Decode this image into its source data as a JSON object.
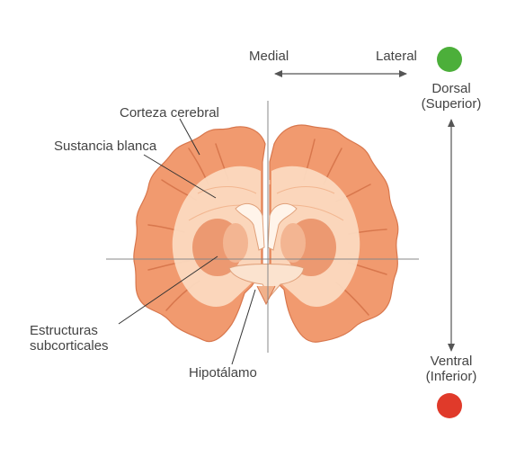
{
  "orientation": {
    "medial": "Medial",
    "lateral": "Lateral",
    "dorsal": "Dorsal",
    "dorsal_alt": "(Superior)",
    "ventral": "Ventral",
    "ventral_alt": "(Inferior)"
  },
  "labels": {
    "cortex": "Corteza cerebral",
    "white_matter": "Sustancia blanca",
    "subcortical_line1": "Estructuras",
    "subcortical_line2": "subcorticales",
    "hypothalamus": "Hipotálamo"
  },
  "colors": {
    "dorsal_marker": "#4caf3a",
    "ventral_marker": "#e03a2a",
    "cortex": "#f19a6f",
    "white_matter": "#fbd9bf",
    "subcortical": "#e9895f",
    "text": "#444444"
  }
}
